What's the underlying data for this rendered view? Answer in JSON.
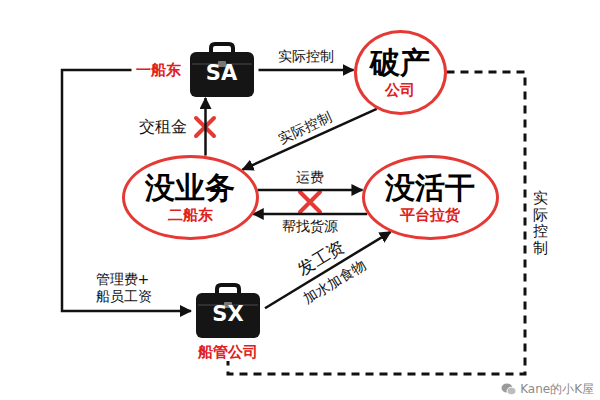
{
  "diagram": {
    "nodes": [
      {
        "text": [
          "一船东",
          "SA"
        ]
      },
      {
        "text": [
          "破产",
          "公司"
        ]
      },
      {
        "text": [
          "没业务",
          "二船东"
        ]
      },
      {
        "text": [
          "没活干",
          "平台拉货"
        ]
      },
      {
        "text": [
          "SX",
          "船管公司"
        ]
      }
    ],
    "edges": [
      {
        "from": 0,
        "to": 1,
        "label": "实际控制",
        "arrow": "to"
      },
      {
        "from": 1,
        "to": 2,
        "label": "实际控制",
        "arrow": "to"
      },
      {
        "from": 2,
        "to": 0,
        "label": "交租金",
        "arrow": "to"
      },
      {
        "from": 2,
        "to": 3,
        "label": "运费",
        "arrow": "to"
      },
      {
        "from": 3,
        "to": 2,
        "label": "帮找货源",
        "arrow": "to"
      },
      {
        "from": 0,
        "to": 4,
        "label": "管理费+ 船员工资",
        "arrow": "to"
      },
      {
        "from": 4,
        "to": 3,
        "label": "发工资",
        "arrow": "to"
      },
      {
        "from": 1,
        "to": 4,
        "label": "实际控制",
        "arrow": "none"
      }
    ],
    "labels": [
      "加水加食物",
      "Kane的小K屋"
    ]
  }
}
